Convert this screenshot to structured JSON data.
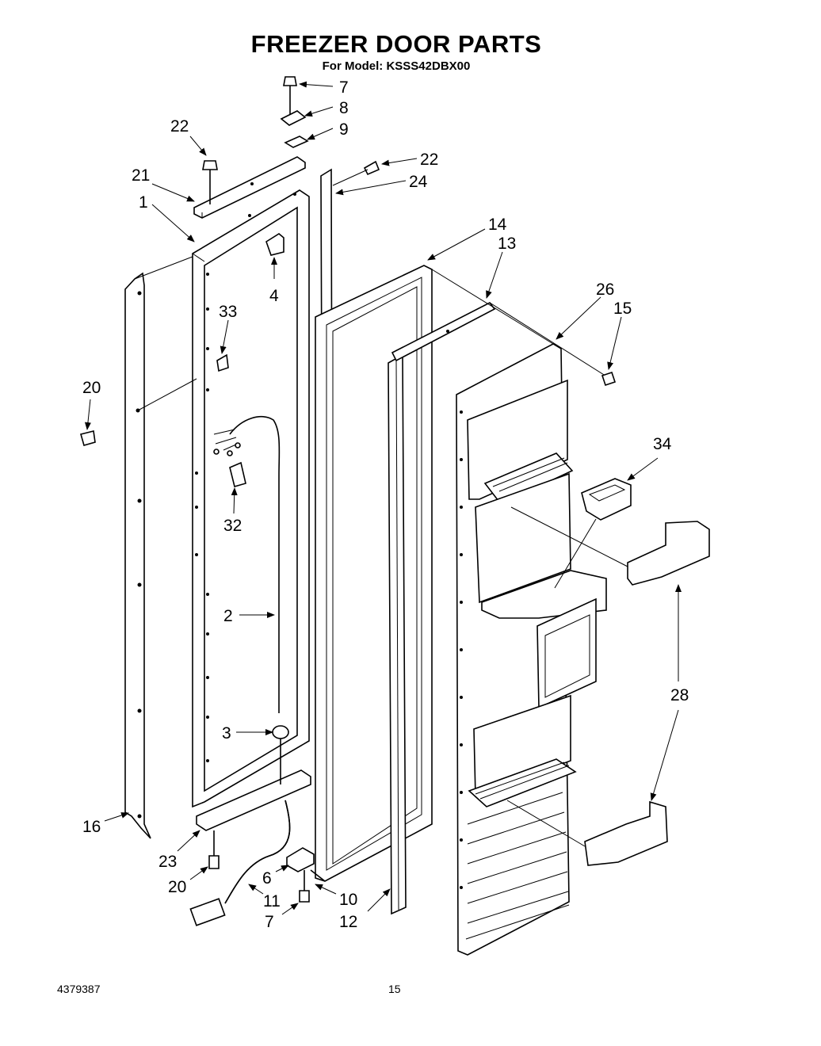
{
  "header": {
    "title": "FREEZER DOOR PARTS",
    "subtitle": "For Model: KSSS42DBX00"
  },
  "footer": {
    "part_code": "4379387",
    "page_number": "15"
  },
  "callouts": [
    {
      "id": "c7a",
      "label": "7"
    },
    {
      "id": "c8",
      "label": "8"
    },
    {
      "id": "c9",
      "label": "9"
    },
    {
      "id": "c22a",
      "label": "22"
    },
    {
      "id": "c22b",
      "label": "22"
    },
    {
      "id": "c21",
      "label": "21"
    },
    {
      "id": "c24",
      "label": "24"
    },
    {
      "id": "c1",
      "label": "1"
    },
    {
      "id": "c14",
      "label": "14"
    },
    {
      "id": "c13",
      "label": "13"
    },
    {
      "id": "c4",
      "label": "4"
    },
    {
      "id": "c26",
      "label": "26"
    },
    {
      "id": "c15",
      "label": "15"
    },
    {
      "id": "c33",
      "label": "33"
    },
    {
      "id": "c20a",
      "label": "20"
    },
    {
      "id": "c34",
      "label": "34"
    },
    {
      "id": "c32",
      "label": "32"
    },
    {
      "id": "c2",
      "label": "2"
    },
    {
      "id": "c28",
      "label": "28"
    },
    {
      "id": "c3",
      "label": "3"
    },
    {
      "id": "c16",
      "label": "16"
    },
    {
      "id": "c23",
      "label": "23"
    },
    {
      "id": "c6",
      "label": "6"
    },
    {
      "id": "c20b",
      "label": "20"
    },
    {
      "id": "c11",
      "label": "11"
    },
    {
      "id": "c10",
      "label": "10"
    },
    {
      "id": "c7b",
      "label": "7"
    },
    {
      "id": "c12",
      "label": "12"
    }
  ]
}
